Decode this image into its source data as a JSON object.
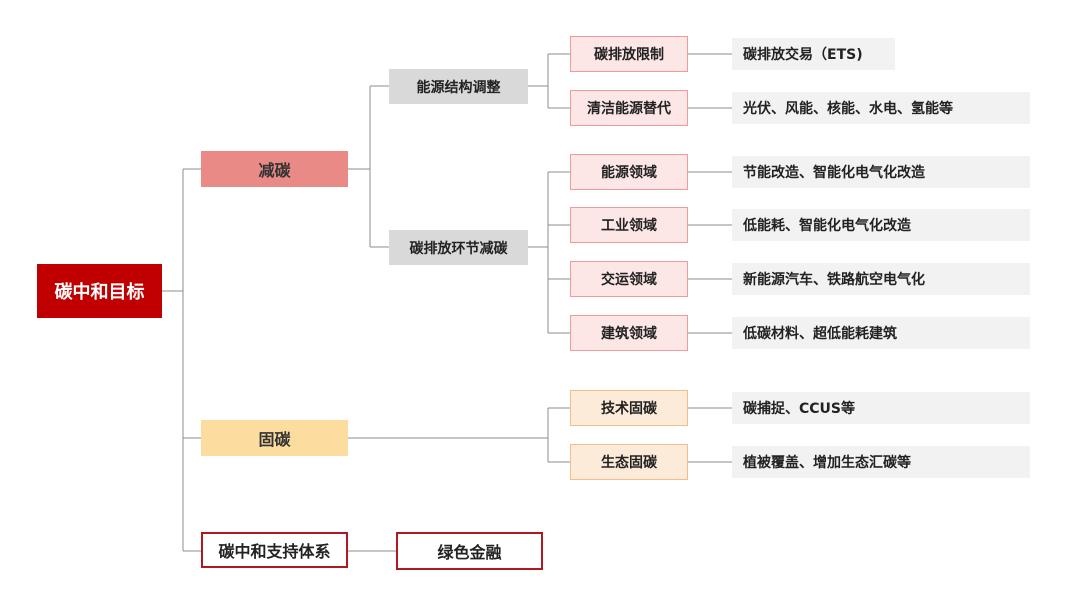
{
  "root": "碳中和目标",
  "level1": {
    "reduce": "减碳",
    "fix": "固碳",
    "support": "碳中和支持体系",
    "green_finance": "绿色金融"
  },
  "level2": {
    "energy_structure": "能源结构调整",
    "emission_links": "碳排放环节减碳"
  },
  "level3": {
    "emission_limit": "碳排放限制",
    "clean_energy": "清洁能源替代",
    "energy_field": "能源领域",
    "industry_field": "工业领域",
    "transport_field": "交运领域",
    "building_field": "建筑领域",
    "tech_fix": "技术固碳",
    "eco_fix": "生态固碳"
  },
  "leaves": {
    "ets": "碳排放交易（ETS)",
    "renewables": "光伏、风能、核能、水电、氢能等",
    "energy_saving": "节能改造、智能化电气化改造",
    "industry": "低能耗、智能化电气化改造",
    "transport": "新能源汽车、铁路航空电气化",
    "building": "低碳材料、超低能耗建筑",
    "ccus": "碳捕捉、CCUS等",
    "eco": "植被覆盖、增加生态汇碳等"
  },
  "colors": {
    "root": "#c00000",
    "reduce": "#ea8a86",
    "fix": "#fddca0",
    "outline": "#b0171f",
    "level2": "#d9d9d9",
    "level3_pink": "#fde6e6",
    "level3_peach": "#fdebd9",
    "leaf": "#f2f2f2",
    "connector": "#8c8c8c"
  }
}
